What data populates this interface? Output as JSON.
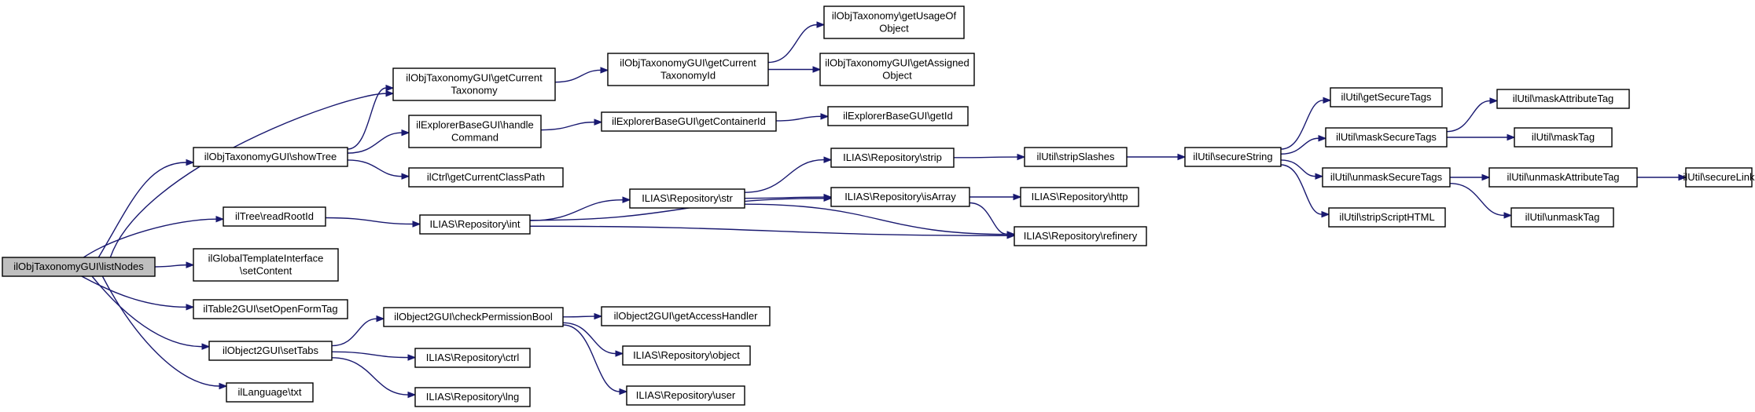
{
  "graph": {
    "colors": {
      "edge": "#191970",
      "node_border": "#000000",
      "root_fill": "#bfbfbf",
      "node_fill": "#ffffff"
    },
    "nodes": [
      {
        "id": "listNodes",
        "lines": [
          "ilObjTaxonomyGUI\\listNodes"
        ],
        "root": true
      },
      {
        "id": "getCurrentTaxonomy",
        "lines": [
          "ilObjTaxonomyGUI\\getCurrent",
          "Taxonomy"
        ]
      },
      {
        "id": "showTree",
        "lines": [
          "ilObjTaxonomyGUI\\showTree"
        ]
      },
      {
        "id": "readRootId",
        "lines": [
          "ilTree\\readRootId"
        ]
      },
      {
        "id": "setContent",
        "lines": [
          "ilGlobalTemplateInterface",
          "\\setContent"
        ]
      },
      {
        "id": "setOpenFormTag",
        "lines": [
          "ilTable2GUI\\setOpenFormTag"
        ]
      },
      {
        "id": "setTabs",
        "lines": [
          "ilObject2GUI\\setTabs"
        ]
      },
      {
        "id": "txt",
        "lines": [
          "ilLanguage\\txt"
        ]
      },
      {
        "id": "handleCommand",
        "lines": [
          "ilExplorerBaseGUI\\handle",
          "Command"
        ]
      },
      {
        "id": "getCurrentClassPath",
        "lines": [
          "ilCtrl\\getCurrentClassPath"
        ]
      },
      {
        "id": "repoInt",
        "lines": [
          "ILIAS\\Repository\\int"
        ]
      },
      {
        "id": "checkPermissionBool",
        "lines": [
          "ilObject2GUI\\checkPermissionBool"
        ]
      },
      {
        "id": "repoCtrl",
        "lines": [
          "ILIAS\\Repository\\ctrl"
        ]
      },
      {
        "id": "repoLng",
        "lines": [
          "ILIAS\\Repository\\lng"
        ]
      },
      {
        "id": "getCurrentTaxonomyId",
        "lines": [
          "ilObjTaxonomyGUI\\getCurrent",
          "TaxonomyId"
        ]
      },
      {
        "id": "getContainerId",
        "lines": [
          "ilExplorerBaseGUI\\getContainerId"
        ]
      },
      {
        "id": "repoStr",
        "lines": [
          "ILIAS\\Repository\\str"
        ]
      },
      {
        "id": "getAccessHandler",
        "lines": [
          "ilObject2GUI\\getAccessHandler"
        ]
      },
      {
        "id": "repoObject",
        "lines": [
          "ILIAS\\Repository\\object"
        ]
      },
      {
        "id": "repoUser",
        "lines": [
          "ILIAS\\Repository\\user"
        ]
      },
      {
        "id": "getUsageOfObject",
        "lines": [
          "ilObjTaxonomy\\getUsageOf",
          "Object"
        ]
      },
      {
        "id": "getAssignedObject",
        "lines": [
          "ilObjTaxonomyGUI\\getAssigned",
          "Object"
        ]
      },
      {
        "id": "getId",
        "lines": [
          "ilExplorerBaseGUI\\getId"
        ]
      },
      {
        "id": "repoStrip",
        "lines": [
          "ILIAS\\Repository\\strip"
        ]
      },
      {
        "id": "repoIsArray",
        "lines": [
          "ILIAS\\Repository\\isArray"
        ]
      },
      {
        "id": "repoRefinery",
        "lines": [
          "ILIAS\\Repository\\refinery"
        ]
      },
      {
        "id": "stripSlashes",
        "lines": [
          "ilUtil\\stripSlashes"
        ]
      },
      {
        "id": "repoHttp",
        "lines": [
          "ILIAS\\Repository\\http"
        ]
      },
      {
        "id": "secureString",
        "lines": [
          "ilUtil\\secureString"
        ]
      },
      {
        "id": "getSecureTags",
        "lines": [
          "ilUtil\\getSecureTags"
        ]
      },
      {
        "id": "maskSecureTags",
        "lines": [
          "ilUtil\\maskSecureTags"
        ]
      },
      {
        "id": "unmaskSecureTags",
        "lines": [
          "ilUtil\\unmaskSecureTags"
        ]
      },
      {
        "id": "stripScriptHTML",
        "lines": [
          "ilUtil\\stripScriptHTML"
        ]
      },
      {
        "id": "maskAttributeTag",
        "lines": [
          "ilUtil\\maskAttributeTag"
        ]
      },
      {
        "id": "maskTag",
        "lines": [
          "ilUtil\\maskTag"
        ]
      },
      {
        "id": "unmaskAttributeTag",
        "lines": [
          "ilUtil\\unmaskAttributeTag"
        ]
      },
      {
        "id": "unmaskTag",
        "lines": [
          "ilUtil\\unmaskTag"
        ]
      },
      {
        "id": "secureLink",
        "lines": [
          "ilUtil\\secureLink"
        ]
      }
    ],
    "edges": [
      [
        "listNodes",
        "getCurrentTaxonomy"
      ],
      [
        "listNodes",
        "showTree"
      ],
      [
        "listNodes",
        "readRootId"
      ],
      [
        "listNodes",
        "setContent"
      ],
      [
        "listNodes",
        "setOpenFormTag"
      ],
      [
        "listNodes",
        "setTabs"
      ],
      [
        "listNodes",
        "txt"
      ],
      [
        "showTree",
        "getCurrentTaxonomy"
      ],
      [
        "showTree",
        "handleCommand"
      ],
      [
        "showTree",
        "getCurrentClassPath"
      ],
      [
        "getCurrentTaxonomy",
        "getCurrentTaxonomyId"
      ],
      [
        "getCurrentTaxonomyId",
        "getUsageOfObject"
      ],
      [
        "getCurrentTaxonomyId",
        "getAssignedObject"
      ],
      [
        "handleCommand",
        "getContainerId"
      ],
      [
        "getContainerId",
        "getId"
      ],
      [
        "readRootId",
        "repoInt"
      ],
      [
        "repoInt",
        "repoIsArray"
      ],
      [
        "repoInt",
        "repoStr"
      ],
      [
        "repoInt",
        "repoRefinery"
      ],
      [
        "repoStr",
        "repoStrip"
      ],
      [
        "repoStr",
        "repoIsArray"
      ],
      [
        "repoStr",
        "repoRefinery"
      ],
      [
        "repoIsArray",
        "repoHttp"
      ],
      [
        "repoIsArray",
        "repoRefinery"
      ],
      [
        "repoStrip",
        "stripSlashes"
      ],
      [
        "stripSlashes",
        "secureString"
      ],
      [
        "secureString",
        "getSecureTags"
      ],
      [
        "secureString",
        "maskSecureTags"
      ],
      [
        "secureString",
        "unmaskSecureTags"
      ],
      [
        "secureString",
        "stripScriptHTML"
      ],
      [
        "maskSecureTags",
        "maskAttributeTag"
      ],
      [
        "maskSecureTags",
        "maskTag"
      ],
      [
        "unmaskSecureTags",
        "unmaskAttributeTag"
      ],
      [
        "unmaskSecureTags",
        "unmaskTag"
      ],
      [
        "unmaskAttributeTag",
        "secureLink"
      ],
      [
        "setTabs",
        "checkPermissionBool"
      ],
      [
        "setTabs",
        "repoCtrl"
      ],
      [
        "setTabs",
        "repoLng"
      ],
      [
        "checkPermissionBool",
        "getAccessHandler"
      ],
      [
        "checkPermissionBool",
        "repoObject"
      ],
      [
        "checkPermissionBool",
        "repoUser"
      ]
    ]
  }
}
